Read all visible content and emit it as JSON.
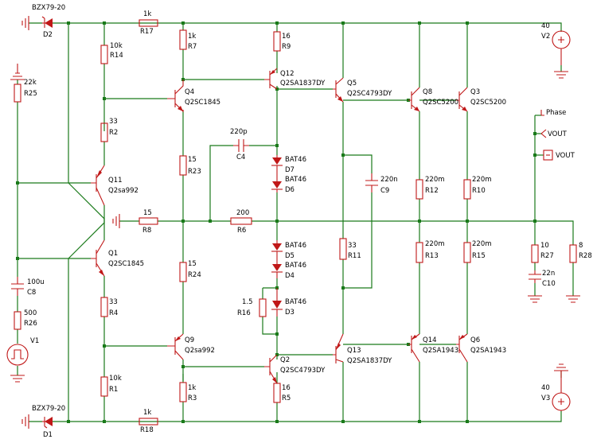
{
  "diagram": {
    "type": "audio power amplifier schematic",
    "components": {
      "D2": {
        "ref": "D2",
        "value": "BZX79-20"
      },
      "D1": {
        "ref": "D1",
        "value": "BZX79-20"
      },
      "R17": {
        "ref": "R17",
        "value": "1k"
      },
      "R18": {
        "ref": "R18",
        "value": "1k"
      },
      "R14": {
        "ref": "R14",
        "value": "10k"
      },
      "R7": {
        "ref": "R7",
        "value": "1k"
      },
      "R9": {
        "ref": "R9",
        "value": "16"
      },
      "R2": {
        "ref": "R2",
        "value": "33"
      },
      "R25": {
        "ref": "R25",
        "value": "22k"
      },
      "R23": {
        "ref": "R23",
        "value": "15"
      },
      "R24": {
        "ref": "R24",
        "value": "15"
      },
      "R8": {
        "ref": "R8",
        "value": "15"
      },
      "R6": {
        "ref": "R6",
        "value": "200"
      },
      "R4": {
        "ref": "R4",
        "value": "33"
      },
      "R1": {
        "ref": "R1",
        "value": "10k"
      },
      "R3": {
        "ref": "R3",
        "value": "1k"
      },
      "R5": {
        "ref": "R5",
        "value": "16"
      },
      "R11": {
        "ref": "R11",
        "value": "33"
      },
      "R12": {
        "ref": "R12",
        "value": "220m"
      },
      "R10": {
        "ref": "R10",
        "value": "220m"
      },
      "R13": {
        "ref": "R13",
        "value": "220m"
      },
      "R15": {
        "ref": "R15",
        "value": "220m"
      },
      "R16": {
        "ref": "R16",
        "value": "1.5"
      },
      "R26": {
        "ref": "R26",
        "value": "500"
      },
      "R27": {
        "ref": "R27",
        "value": "10"
      },
      "R28": {
        "ref": "R28",
        "value": "8"
      },
      "C4": {
        "ref": "C4",
        "value": "220p"
      },
      "C9": {
        "ref": "C9",
        "value": "220n"
      },
      "C8": {
        "ref": "C8",
        "value": "100u"
      },
      "C10": {
        "ref": "C10",
        "value": "22n"
      },
      "D7": {
        "ref": "D7",
        "value": "BAT46"
      },
      "D6": {
        "ref": "D6",
        "value": "BAT46"
      },
      "D5": {
        "ref": "D5",
        "value": "BAT46"
      },
      "D4": {
        "ref": "D4",
        "value": "BAT46"
      },
      "D3": {
        "ref": "D3",
        "value": "BAT46"
      },
      "Q4": {
        "ref": "Q4",
        "value": "Q2SC1845"
      },
      "Q12": {
        "ref": "Q12",
        "value": "Q2SA1837DY"
      },
      "Q5": {
        "ref": "Q5",
        "value": "Q2SC4793DY"
      },
      "Q8": {
        "ref": "Q8",
        "value": "Q2SC5200"
      },
      "Q3": {
        "ref": "Q3",
        "value": "Q2SC5200"
      },
      "Q11": {
        "ref": "Q11",
        "value": "Q2sa992"
      },
      "Q1": {
        "ref": "Q1",
        "value": "Q2SC1845"
      },
      "Q9": {
        "ref": "Q9",
        "value": "Q2sa992"
      },
      "Q2": {
        "ref": "Q2",
        "value": "Q2SC4793DY"
      },
      "Q13": {
        "ref": "Q13",
        "value": "Q2SA1837DY"
      },
      "Q14": {
        "ref": "Q14",
        "value": "Q2SA1943"
      },
      "Q6": {
        "ref": "Q6",
        "value": "Q2SA1943"
      },
      "V2": {
        "ref": "V2",
        "value": "40"
      },
      "V3": {
        "ref": "V3",
        "value": "40"
      },
      "V1": {
        "ref": "V1"
      }
    },
    "probes": {
      "phase": "Phase",
      "vout1": "VOUT",
      "vout2": "VOUT"
    },
    "colors": {
      "wire": "#1a7a1a",
      "component": "#c01818",
      "junction": "#1a7a1a",
      "text": "#000000"
    }
  }
}
